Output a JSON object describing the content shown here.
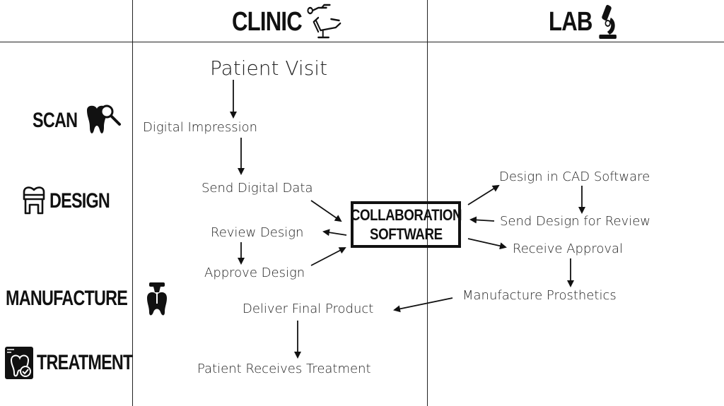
{
  "columns": {
    "clinic": "CLINIC",
    "lab": "LAB"
  },
  "rows": {
    "scan": "SCAN",
    "design": "DESIGN",
    "manufacture": "MANUFACTURE",
    "treatment": "TREATMENT"
  },
  "hub": {
    "line1": "COLLABORATION",
    "line2": "SOFTWARE"
  },
  "clinic_steps": {
    "patient_visit": "Patient Visit",
    "digital_impression": "Digital Impression",
    "send_digital_data": "Send Digital Data",
    "review_design": "Review Design",
    "approve_design": "Approve Design",
    "deliver_final_product": "Deliver Final Product",
    "patient_receives_treatment": "Patient Receives Treatment"
  },
  "lab_steps": {
    "design_in_cad": "Design in CAD Software",
    "send_design_for_review": "Send Design for Review",
    "receive_approval": "Receive Approval",
    "manufacture_prosthetics": "Manufacture Prosthetics"
  },
  "icons": {
    "clinic": "dental-chair-icon",
    "lab": "microscope-icon",
    "scan": "tooth-magnifier-icon",
    "design": "tooth-crown-icon",
    "manufacture": "tooth-implant-icon",
    "treatment": "tooth-xray-icon"
  },
  "colors": {
    "line": "#222222",
    "text": "#222222"
  }
}
